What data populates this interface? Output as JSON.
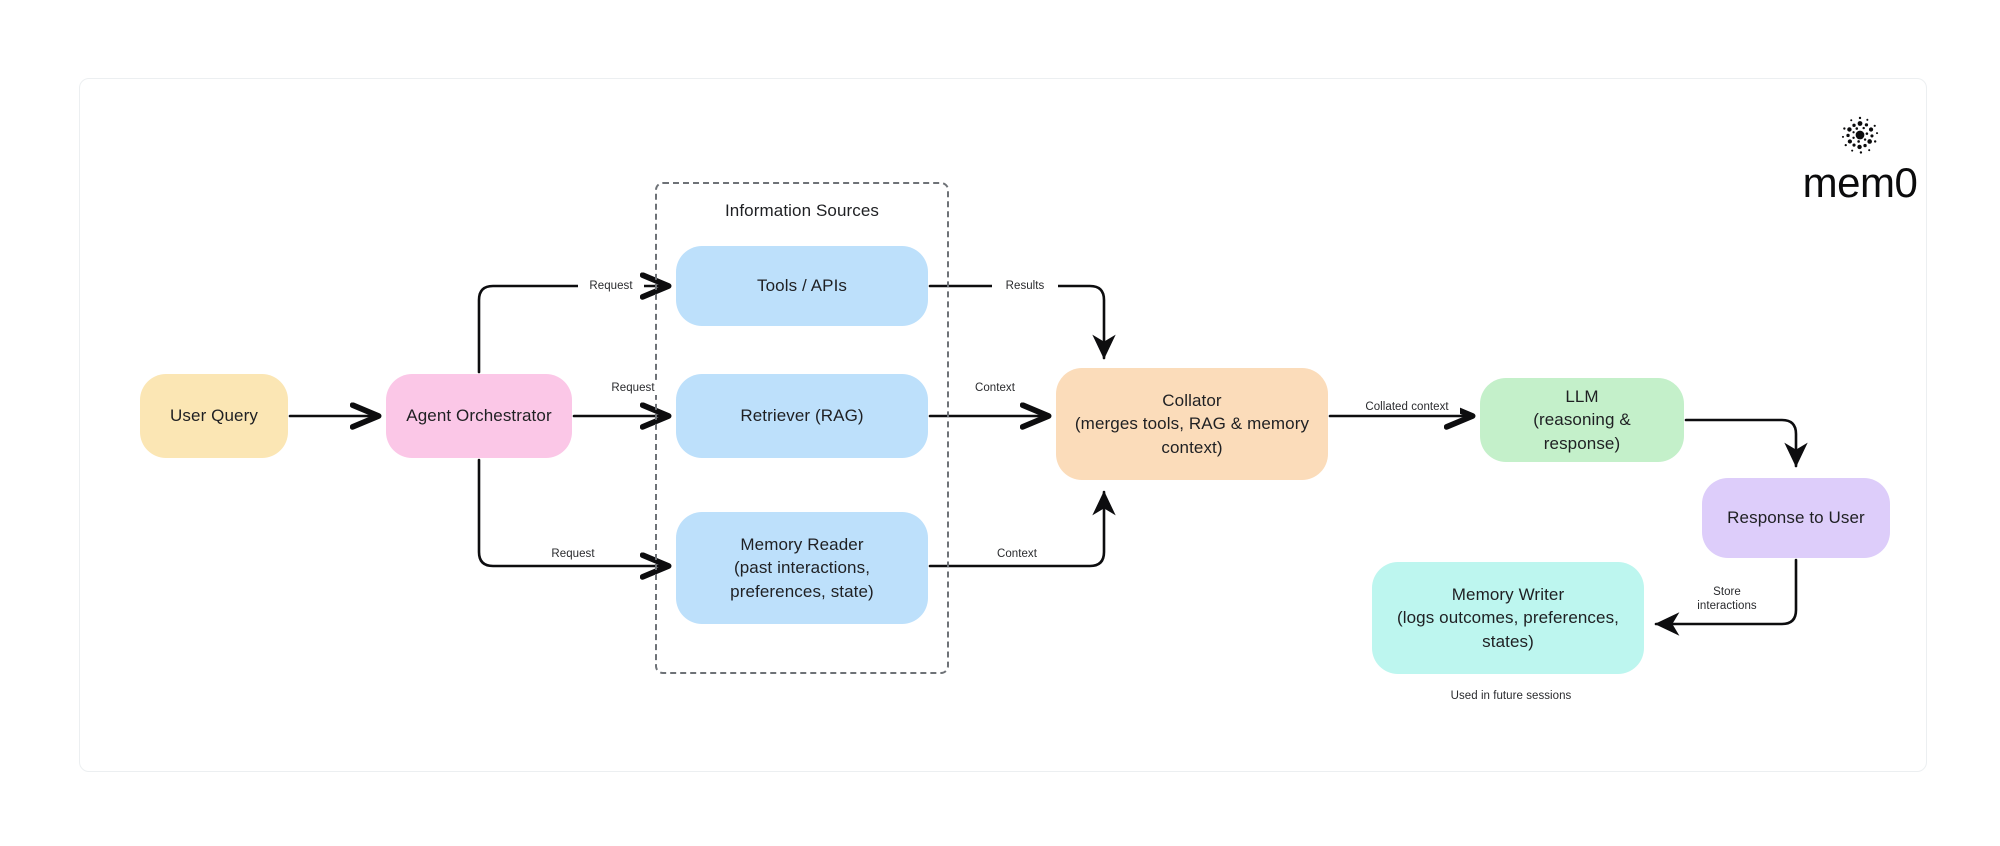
{
  "diagram": {
    "title": "mem0 agent memory architecture flow",
    "background": "#ffffff",
    "frame_border_color": "#eceff1"
  },
  "brand": {
    "wordmark": "mem0",
    "mark_icon": "mem0-dot-burst-icon",
    "color": "#0b0b0c"
  },
  "group": {
    "label": "Information Sources",
    "border_style": "dashed",
    "border_color": "#6e7277"
  },
  "nodes": [
    {
      "id": "user-query",
      "label": "User Query",
      "color": "#fbe6b4"
    },
    {
      "id": "agent-orch",
      "label": "Agent Orchestrator",
      "color": "#fbc7e7"
    },
    {
      "id": "tools-apis",
      "label": "Tools / APIs",
      "color": "#bde0fb"
    },
    {
      "id": "retriever",
      "label": "Retriever (RAG)",
      "color": "#bde0fb"
    },
    {
      "id": "memory-reader",
      "label": "Memory Reader\n(past interactions, preferences, state)",
      "color": "#bde0fb"
    },
    {
      "id": "collator",
      "label": "Collator\n(merges tools, RAG & memory context)",
      "color": "#fbdcba"
    },
    {
      "id": "llm",
      "label": "LLM\n(reasoning & response)",
      "color": "#c4f0ca"
    },
    {
      "id": "response-user",
      "label": "Response to User",
      "color": "#ddcdfa"
    },
    {
      "id": "memory-writer",
      "label": "Memory Writer\n(logs outcomes, preferences, states)",
      "color": "#bdf6ef"
    }
  ],
  "edges": [
    {
      "id": "user-to-agent",
      "label": ""
    },
    {
      "id": "agent-to-tools",
      "label": "Request"
    },
    {
      "id": "agent-to-retriever",
      "label": "Request"
    },
    {
      "id": "agent-to-memory",
      "label": "Request"
    },
    {
      "id": "tools-to-collator",
      "label": "Results"
    },
    {
      "id": "retriever-to-collator",
      "label": "Context"
    },
    {
      "id": "memory-to-collator",
      "label": "Context"
    },
    {
      "id": "collator-to-llm",
      "label": "Collated context"
    },
    {
      "id": "llm-to-response",
      "label": ""
    },
    {
      "id": "response-to-writer",
      "label": "Store\ninteractions"
    }
  ],
  "captions": {
    "future_sessions": "Used in future sessions"
  }
}
